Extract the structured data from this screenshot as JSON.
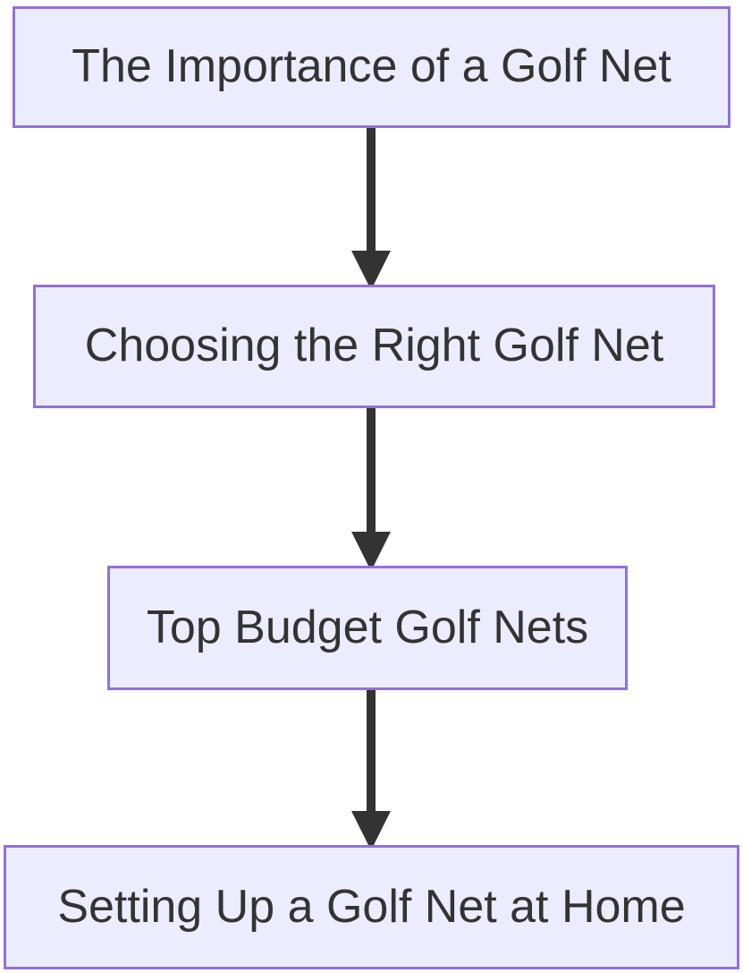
{
  "diagram": {
    "type": "flowchart",
    "direction": "top-down",
    "nodes": [
      {
        "id": "A",
        "label": "The Importance of a Golf Net"
      },
      {
        "id": "B",
        "label": "Choosing the Right Golf Net"
      },
      {
        "id": "C",
        "label": "Top Budget Golf Nets"
      },
      {
        "id": "D",
        "label": "Setting Up a Golf Net at Home"
      }
    ],
    "edges": [
      {
        "from": "A",
        "to": "B"
      },
      {
        "from": "B",
        "to": "C"
      },
      {
        "from": "C",
        "to": "D"
      }
    ],
    "colors": {
      "node_fill": "#ECECFF",
      "node_border": "#9370DB",
      "node_text": "#333333",
      "arrow": "#333333",
      "background": "#FFFFFF"
    }
  }
}
